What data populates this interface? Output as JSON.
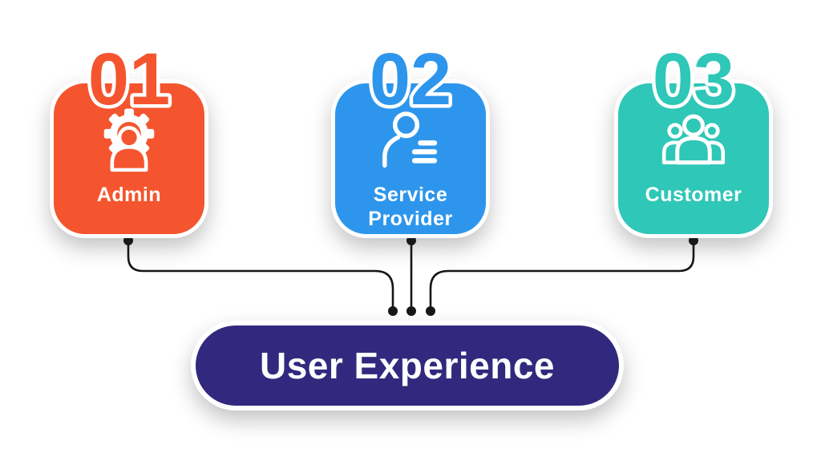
{
  "canvas": {
    "background": "#ffffff",
    "connector_color": "#161616"
  },
  "nodes": [
    {
      "number": "01",
      "label": "Admin",
      "color": "#f4552e",
      "icon": "admin-user-gear-icon"
    },
    {
      "number": "02",
      "label": "Service Provider",
      "color": "#2d96ec",
      "icon": "service-provider-profile-icon"
    },
    {
      "number": "03",
      "label": "Customer",
      "color": "#2fc7b7",
      "icon": "customer-group-icon"
    }
  ],
  "result": {
    "label": "User Experience",
    "color": "#32297e",
    "text_color": "#ffffff"
  }
}
